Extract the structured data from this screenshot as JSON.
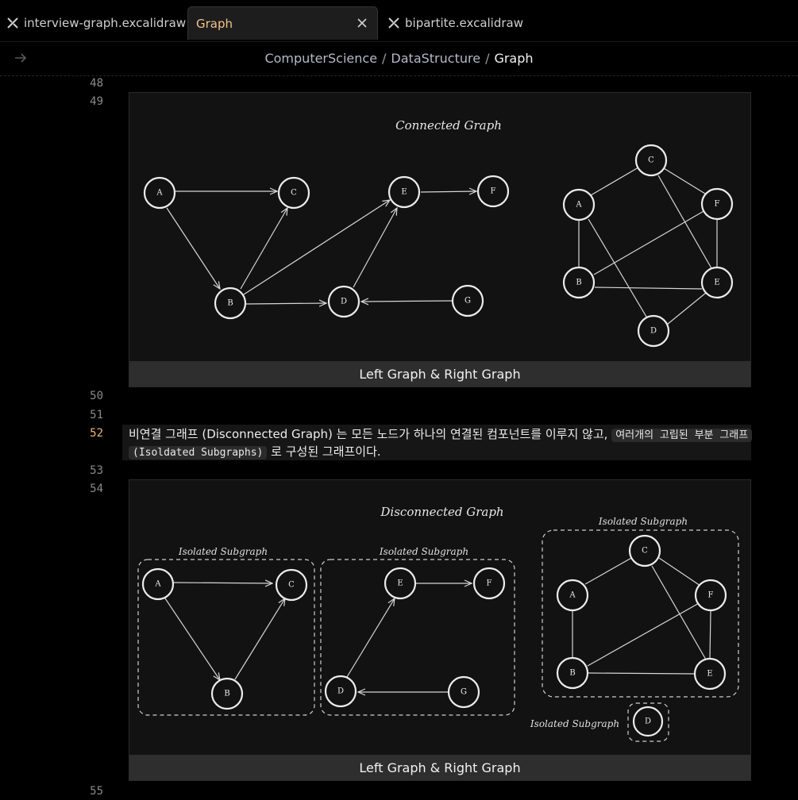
{
  "tabs": [
    {
      "label": "interview-graph.excalidraw",
      "icon": "excalidraw-icon",
      "active": false
    },
    {
      "label": "Graph",
      "active": true
    },
    {
      "label": "bipartite.excalidraw",
      "icon": "excalidraw-icon",
      "active": false
    }
  ],
  "breadcrumb": {
    "part1": "ComputerScience",
    "sep": "/",
    "part2": "DataStructure",
    "current": "Graph"
  },
  "line_numbers": {
    "l48": "48",
    "l49": "49",
    "l50": "50",
    "l51": "51",
    "l52": "52",
    "l53": "53",
    "l54": "54",
    "l55": "55"
  },
  "paragraph": {
    "text1": "비연결 그래프 (Disconnected Graph) 는 모든 노드가 하나의 연결된 컴포넌트를 이루지 않고,",
    "code1": "여러개의 고립된 부분 그래프",
    "code2": "(Isoldated Subgraphs)",
    "text2": "로 구성된 그래프이다."
  },
  "figure1": {
    "title": "Connected Graph",
    "caption": "Left Graph & Right Graph",
    "nodes": {
      "A": "A",
      "B": "B",
      "C": "C",
      "D": "D",
      "E": "E",
      "F": "F",
      "G": "G"
    }
  },
  "figure2": {
    "title": "Disconnected Graph",
    "caption": "Left Graph & Right Graph",
    "subgraph_label": "Isolated Subgraph",
    "nodes": {
      "A": "A",
      "B": "B",
      "C": "C",
      "D": "D",
      "E": "E",
      "F": "F",
      "G": "G"
    }
  },
  "colors": {
    "accent": "#f3c38b",
    "background": "#000000",
    "figure_bg": "#121212",
    "caption_bg": "#2e2e2e"
  }
}
